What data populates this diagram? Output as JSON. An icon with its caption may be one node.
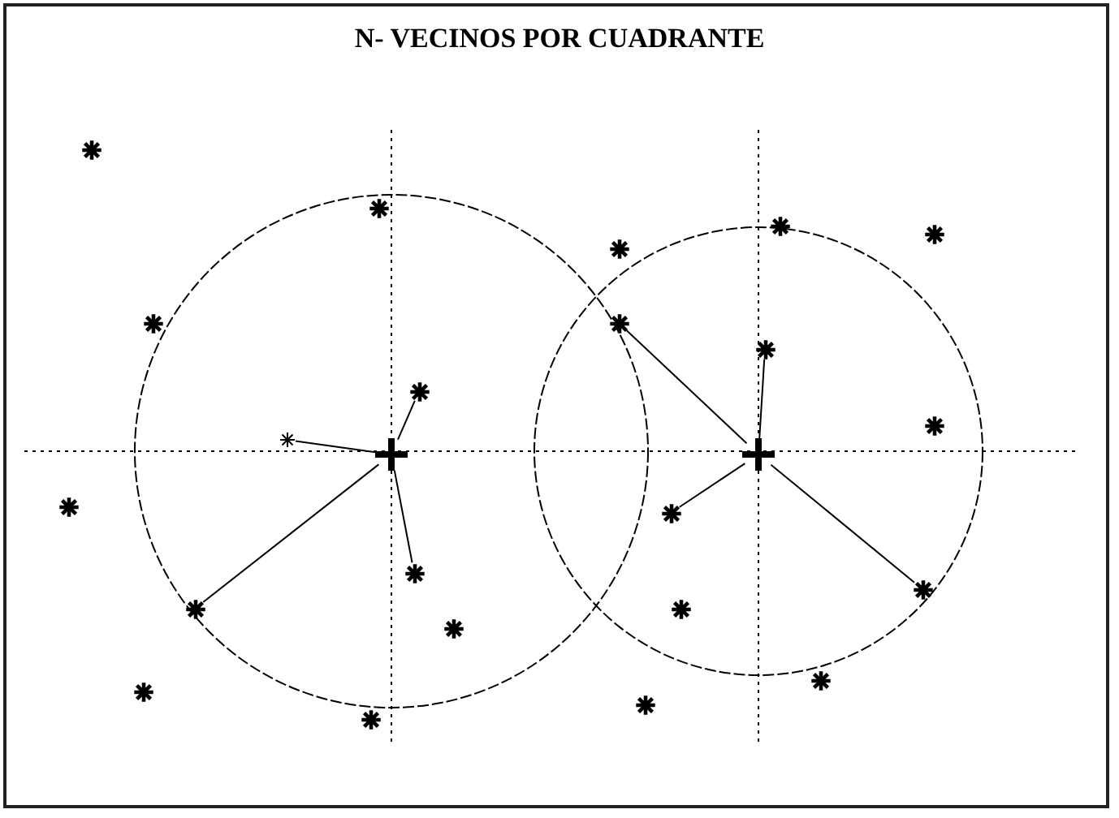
{
  "diagram": {
    "title": "N- VECINOS POR CUADRANTE",
    "nodes": [
      {
        "text": [],
        "shape": "star"
      },
      {
        "text": [],
        "shape": "star"
      },
      {
        "text": [],
        "shape": "star"
      },
      {
        "text": [],
        "shape": "star"
      },
      {
        "text": [],
        "shape": "star"
      },
      {
        "text": [],
        "shape": "star"
      },
      {
        "text": [],
        "shape": "star"
      },
      {
        "text": [],
        "shape": "star"
      },
      {
        "text": [],
        "shape": "cross"
      },
      {
        "text": [],
        "shape": "star"
      },
      {
        "text": [],
        "shape": "star"
      },
      {
        "text": [],
        "shape": "star"
      },
      {
        "text": [],
        "shape": "star"
      },
      {
        "text": [],
        "shape": "star"
      },
      {
        "text": [],
        "shape": "star"
      },
      {
        "text": [],
        "shape": "star"
      },
      {
        "text": [],
        "shape": "star"
      },
      {
        "text": [],
        "shape": "cross"
      },
      {
        "text": [],
        "shape": "star"
      },
      {
        "text": [],
        "shape": "star"
      },
      {
        "text": [],
        "shape": "star"
      },
      {
        "text": [],
        "shape": "star"
      },
      {
        "text": [],
        "shape": "star"
      },
      {
        "text": [],
        "shape": "star"
      }
    ],
    "edges": [
      {
        "from": 8,
        "to": 5,
        "arrow": "none"
      },
      {
        "from": 8,
        "to": 10,
        "arrow": "none"
      },
      {
        "from": 8,
        "to": 9,
        "arrow": "none"
      },
      {
        "from": 8,
        "to": 4,
        "arrow": "none"
      },
      {
        "from": 17,
        "to": 13,
        "arrow": "none"
      },
      {
        "from": 17,
        "to": 18,
        "arrow": "none"
      },
      {
        "from": 17,
        "to": 15,
        "arrow": "none"
      },
      {
        "from": 17,
        "to": 21,
        "arrow": "none"
      }
    ]
  }
}
